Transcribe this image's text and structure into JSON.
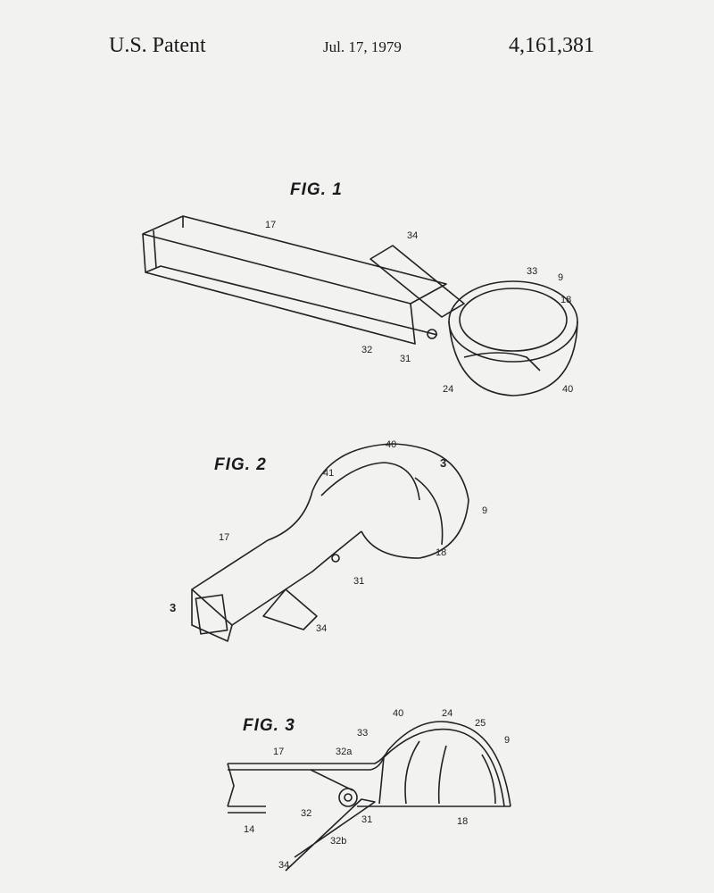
{
  "header": {
    "left": "U.S. Patent",
    "date": "Jul. 17, 1979",
    "number": "4,161,381"
  },
  "figures": [
    {
      "title": "FIG. 1",
      "labels": [
        "17",
        "34",
        "33",
        "9",
        "18",
        "32",
        "31",
        "24",
        "40"
      ]
    },
    {
      "title": "FIG. 2",
      "labels": [
        "41",
        "40",
        "3",
        "9",
        "17",
        "18",
        "31",
        "3",
        "34"
      ]
    },
    {
      "title": "FIG. 3",
      "labels": [
        "17",
        "32a",
        "33",
        "40",
        "24",
        "25",
        "9",
        "32",
        "31",
        "14",
        "32b",
        "18",
        "34"
      ]
    }
  ]
}
